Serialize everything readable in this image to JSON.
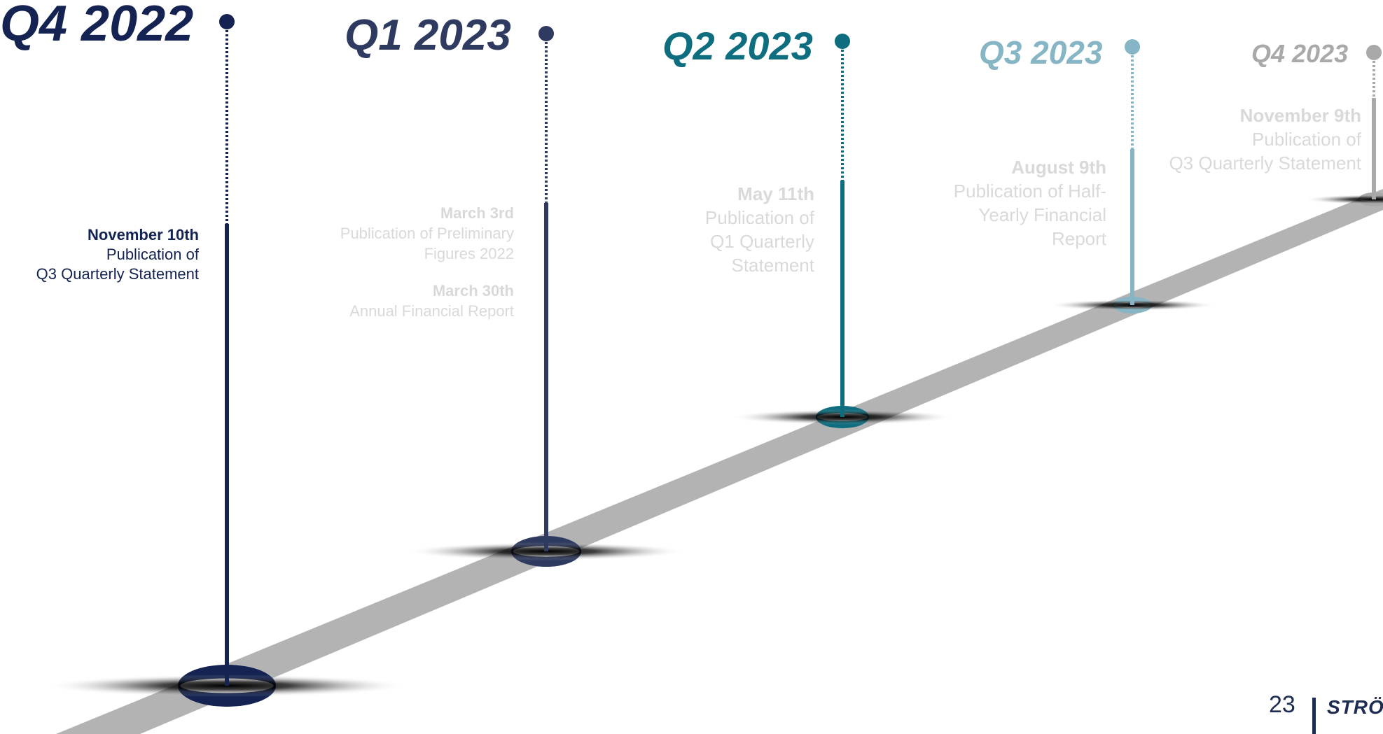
{
  "milestones": [
    {
      "quarter": "Q4 2022",
      "color": "#142351",
      "events": [
        {
          "date": "November 10th",
          "desc_lines": [
            "Publication of",
            "Q3 Quarterly Statement"
          ]
        }
      ]
    },
    {
      "quarter": "Q1 2023",
      "color": "#2e3a5f",
      "events": [
        {
          "date": "March 3rd",
          "desc_lines": [
            "Publication of Preliminary",
            "Figures 2022"
          ]
        },
        {
          "date": "March 30th",
          "desc_lines": [
            "Annual Financial Report"
          ]
        }
      ]
    },
    {
      "quarter": "Q2 2023",
      "color": "#0e6d7f",
      "events": [
        {
          "date": "May 11th",
          "desc_lines": [
            "Publication of",
            "Q1 Quarterly",
            "Statement"
          ]
        }
      ]
    },
    {
      "quarter": "Q3 2023",
      "color": "#86b6c5",
      "events": [
        {
          "date": "August 9th",
          "desc_lines": [
            "Publication of Half-",
            "Yearly Financial",
            "Report"
          ]
        }
      ]
    },
    {
      "quarter": "Q4 2023",
      "color": "#a9a9a9",
      "events": [
        {
          "date": "November 9th",
          "desc_lines": [
            "Publication of",
            "Q3 Quarterly Statement"
          ]
        }
      ]
    }
  ],
  "colors": {
    "road": "#b3b3b3",
    "faded_text": "#d9d9d9",
    "active_text": "#142351"
  },
  "footer": {
    "page_number": "23",
    "logo_text": "STRÖ"
  }
}
